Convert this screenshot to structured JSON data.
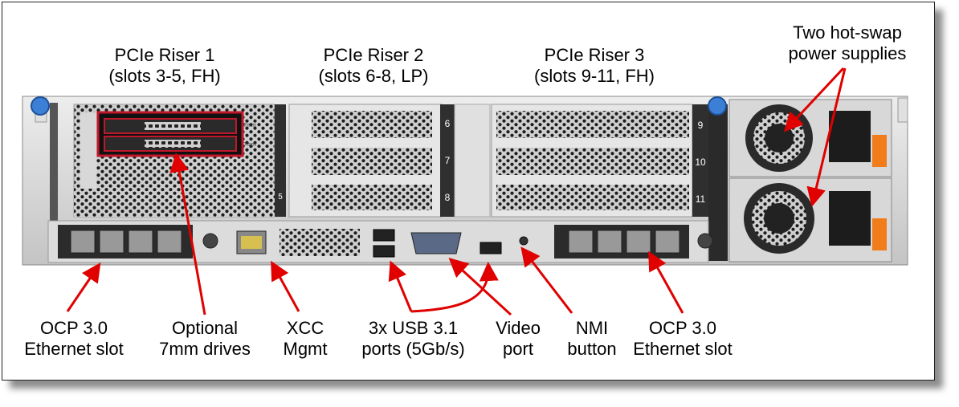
{
  "labels": {
    "riser1": {
      "line1": "PCIe Riser 1",
      "line2": "(slots 3-5, FH)"
    },
    "riser2": {
      "line1": "PCIe Riser 2",
      "line2": "(slots 6-8, LP)"
    },
    "riser3": {
      "line1": "PCIe Riser 3",
      "line2": "(slots 9-11, FH)"
    },
    "psu": {
      "line1": "Two hot-swap",
      "line2": "power supplies"
    },
    "ocp_left": {
      "line1": "OCP 3.0",
      "line2": "Ethernet slot"
    },
    "drives": {
      "line1": "Optional",
      "line2": "7mm drives"
    },
    "xcc": {
      "line1": "XCC",
      "line2": "Mgmt"
    },
    "usb": {
      "line1": "3x USB 3.1",
      "line2": "ports (5Gb/s)"
    },
    "video": {
      "line1": "Video",
      "line2": "port"
    },
    "nmi": {
      "line1": "NMI",
      "line2": "button"
    },
    "ocp_right": {
      "line1": "OCP 3.0",
      "line2": "Ethernet slot"
    }
  },
  "slot_numbers": {
    "s5": "5",
    "s6": "6",
    "s7": "7",
    "s8": "8",
    "s9": "9",
    "s10": "10",
    "s11": "11"
  },
  "drive_tags": {
    "tag1": "7mm",
    "tag2": "7mm"
  },
  "colors": {
    "arrow": "#e00000",
    "chassis": "#d8d8d8",
    "chassis_dark": "#3a3a3a",
    "drive_accent": "#c0172a",
    "psu_latch": "#f07c1a",
    "thumbscrew": "#3b7fd6"
  }
}
